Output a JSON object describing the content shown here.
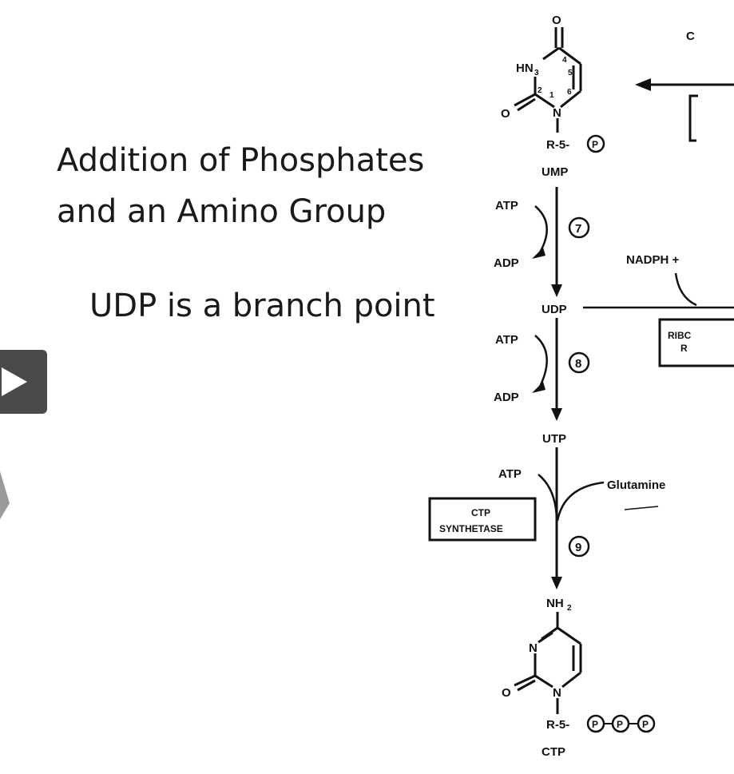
{
  "slide": {
    "line1": "Addition of Phosphates",
    "line2": "and an Amino Group",
    "line3": "UDP is a branch point"
  },
  "diagram": {
    "ump": {
      "label": "UMP",
      "o_top": "O",
      "hn": "HN",
      "n3": "3",
      "n4": "4",
      "n5": "5",
      "n2": "2",
      "n1": "1",
      "n6": "6",
      "o_left": "O",
      "n_ring": "N",
      "r5": "R-5-",
      "p": "P"
    },
    "step7": {
      "in": "ATP",
      "out": "ADP",
      "num": "7"
    },
    "udp": {
      "label": "UDP"
    },
    "step8": {
      "in": "ATP",
      "out": "ADP",
      "num": "8"
    },
    "utp": {
      "label": "UTP"
    },
    "step9": {
      "in": "ATP",
      "cosubstrate": "Glutamine",
      "enzyme_l1": "CTP",
      "enzyme_l2": "SYNTHETASE",
      "num": "9"
    },
    "ctp": {
      "label": "CTP",
      "nh2": "NH",
      "nh2_sub": "2",
      "n_top": "N",
      "o_left": "O",
      "n_ring": "N",
      "r5": "R-5-",
      "p1": "P",
      "p2": "P",
      "p3": "P"
    },
    "branch": {
      "nadph": "NADPH +",
      "ribo_l1": "RIBC",
      "ribo_l2": "R",
      "top_c": "C"
    }
  },
  "controls": {
    "play_icon": "play-icon"
  },
  "colors": {
    "text": "#1a1a1a",
    "play_bg": "#4a4a4a",
    "diagram_ink": "#111111"
  }
}
